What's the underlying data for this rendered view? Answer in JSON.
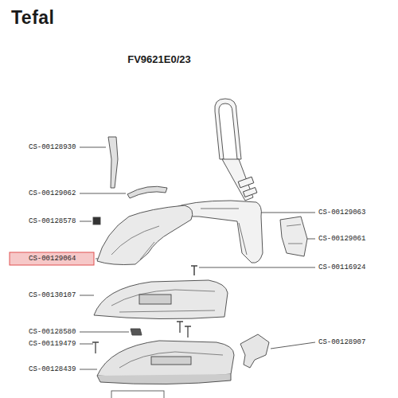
{
  "diagram": {
    "title": "FV9621E0/23",
    "labels": [
      "Tefal",
      "CS-00128930",
      "CS-00129062",
      "CS-00128578",
      "CS-00129064",
      "CS-00130107",
      "CS-00128580",
      "CS-00119479",
      "CS-00128439",
      "CS-00129063",
      "CS-00129061",
      "CS-00116924",
      "CS-00128907"
    ]
  }
}
